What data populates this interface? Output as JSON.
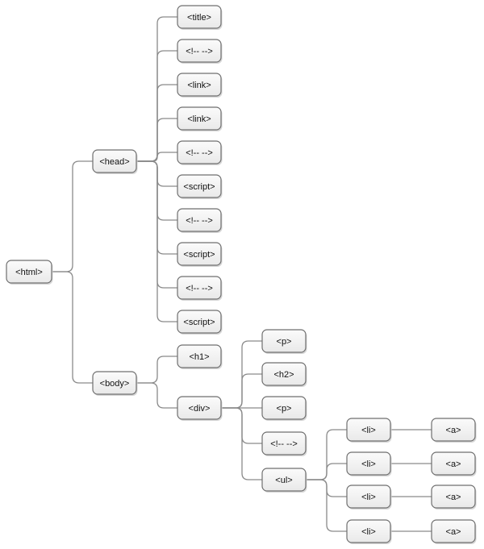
{
  "tree": {
    "id": "html",
    "label": "<html>",
    "children": [
      {
        "id": "head",
        "label": "<head>",
        "children": [
          {
            "id": "title",
            "label": "<title>"
          },
          {
            "id": "comment-1",
            "label": "<!-- -->"
          },
          {
            "id": "link-1",
            "label": "<link>"
          },
          {
            "id": "link-2",
            "label": "<link>"
          },
          {
            "id": "comment-2",
            "label": "<!-- -->"
          },
          {
            "id": "script-1",
            "label": "<script>"
          },
          {
            "id": "comment-3",
            "label": "<!-- -->"
          },
          {
            "id": "script-2",
            "label": "<script>"
          },
          {
            "id": "comment-4",
            "label": "<!-- -->"
          },
          {
            "id": "script-3",
            "label": "<script>"
          }
        ]
      },
      {
        "id": "body",
        "label": "<body>",
        "children": [
          {
            "id": "h1",
            "label": "<h1>"
          },
          {
            "id": "div",
            "label": "<div>",
            "children": [
              {
                "id": "p-1",
                "label": "<p>"
              },
              {
                "id": "h2",
                "label": "<h2>"
              },
              {
                "id": "p-2",
                "label": "<p>"
              },
              {
                "id": "comment-5",
                "label": "<!-- -->"
              },
              {
                "id": "ul",
                "label": "<ul>",
                "children": [
                  {
                    "id": "li-1",
                    "label": "<li>",
                    "children": [
                      {
                        "id": "a-1",
                        "label": "<a>"
                      }
                    ]
                  },
                  {
                    "id": "li-2",
                    "label": "<li>",
                    "children": [
                      {
                        "id": "a-2",
                        "label": "<a>"
                      }
                    ]
                  },
                  {
                    "id": "li-3",
                    "label": "<li>",
                    "children": [
                      {
                        "id": "a-3",
                        "label": "<a>"
                      }
                    ]
                  },
                  {
                    "id": "li-4",
                    "label": "<li>",
                    "children": [
                      {
                        "id": "a-4",
                        "label": "<a>"
                      }
                    ]
                  }
                ]
              }
            ]
          }
        ]
      }
    ]
  }
}
